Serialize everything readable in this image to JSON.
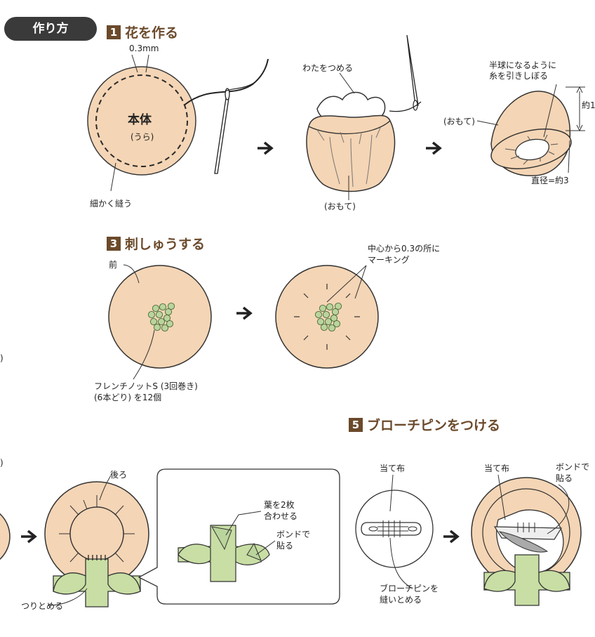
{
  "badge": "作り方",
  "sections": [
    {
      "num": "1",
      "title": "花を作る"
    },
    {
      "num": "3",
      "title": "刺しゅうする"
    },
    {
      "num": "5",
      "title": "ブローチピンをつける"
    }
  ],
  "labels": {
    "mm": "0.3mm",
    "body": "本体",
    "body_ura": "(うら)",
    "sew": "細かく縫う",
    "stuff": "わたをつめる",
    "omote1": "(おもて)",
    "hemi1": "半球になるように",
    "hemi2": "糸を引きしぼる",
    "omote2": "(おもて)",
    "yaku1": "約1",
    "diam": "直径=約3",
    "mae": "前",
    "french1": "フレンチノットS (3回巻き)",
    "french2": "(6本どり) を12個",
    "mark1": "中心から0.3の所に",
    "mark2": "マーキング",
    "right_paren1": ")",
    "right_paren2": ")",
    "ushiro": "後ろ",
    "tsuri": "つりとめる",
    "leaf1": "葉を2枚",
    "leaf2": "合わせる",
    "bond1a": "ボンドで",
    "bond1b": "貼る",
    "ate1": "当て布",
    "pin1": "ブローチピンを",
    "pin2": "縫いとめる",
    "ate2": "当て布",
    "bond2a": "ボンドで",
    "bond2b": "貼る"
  },
  "colors": {
    "fabric": "#f4d5b5",
    "leaf": "#c8dea4",
    "knot": "#b9d49c",
    "heading": "#6b4a2b"
  },
  "icons": [
    "needle-icon",
    "arrow-right-icon"
  ]
}
